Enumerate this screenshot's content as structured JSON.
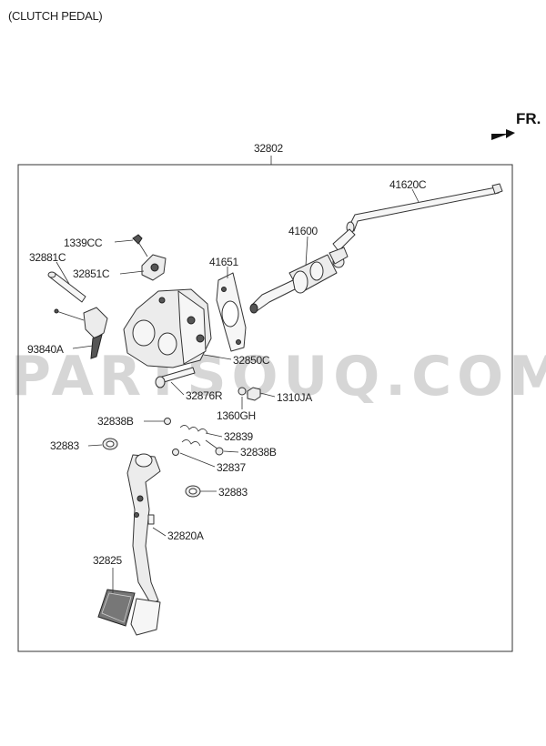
{
  "header": {
    "title": "(CLUTCH PEDAL)",
    "direction": "FR."
  },
  "assembly": {
    "number": "32802"
  },
  "watermark": "PARTSOUQ.COM",
  "parts": {
    "p41620C": "41620C",
    "p41600": "41600",
    "p1339CC": "1339CC",
    "p32881C": "32881C",
    "p32851C": "32851C",
    "p41651": "41651",
    "p93840A": "93840A",
    "p32850C": "32850C",
    "p32876R": "32876R",
    "p1310JA": "1310JA",
    "p1360GH": "1360GH",
    "p32838B_left": "32838B",
    "p32839": "32839",
    "p32838B_right": "32838B",
    "p32883_left": "32883",
    "p32837": "32837",
    "p32883_right": "32883",
    "p32820A": "32820A",
    "p32825": "32825"
  },
  "colors": {
    "line": "#333333",
    "watermark": "#d6d6d6",
    "fill": "#ececec"
  }
}
